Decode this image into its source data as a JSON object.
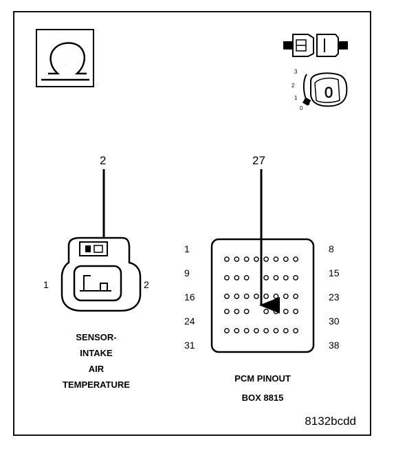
{
  "ohmmeter": {
    "symbol": "Ω"
  },
  "ignition_switch": {
    "positions": [
      "3",
      "2",
      "1",
      "0"
    ],
    "key_label": "0"
  },
  "sensor_connector": {
    "probe_pin": "2",
    "pin_left": "1",
    "pin_right": "2",
    "label_lines": [
      "SENSOR-",
      "INTAKE",
      "AIR",
      "TEMPERATURE"
    ]
  },
  "pcm_connector": {
    "probe_pin": "27",
    "row_labels_left": [
      "1",
      "9",
      "16",
      "24",
      "31"
    ],
    "row_labels_right": [
      "8",
      "15",
      "23",
      "30",
      "38"
    ],
    "pin_rows": [
      8,
      7,
      8,
      7,
      8
    ],
    "title_lines": [
      "PCM PINOUT",
      "BOX 8815"
    ]
  },
  "figure_id": "8132bcdd",
  "colors": {
    "ink": "#000000",
    "background": "#ffffff"
  }
}
